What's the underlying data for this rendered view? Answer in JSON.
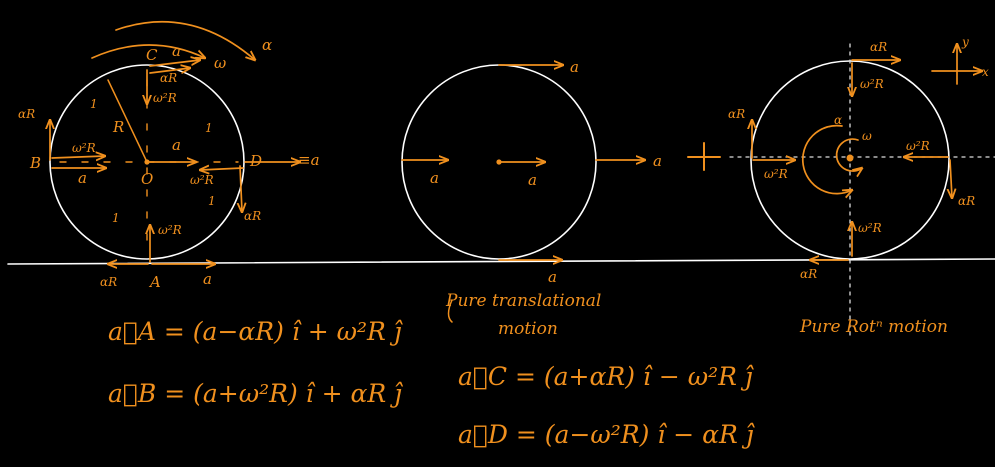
{
  "colors": {
    "background": "#000000",
    "ink": "#f0901e",
    "circle": "#ffffff",
    "guide": "#dddddd"
  },
  "left_circle": {
    "pts": {
      "A": "A",
      "B": "B",
      "C": "C",
      "D": "D",
      "O": "O"
    },
    "v_a": "a",
    "v_aR": "αR",
    "v_w2R": "ω²R",
    "v_R": "R",
    "v_w": "ω",
    "v_alpha": "α",
    "v_Ea": "≡a",
    "tick": "1"
  },
  "mid_circle": {
    "v_a": "a",
    "caption_line1": "Pure translational",
    "caption_line2": "motion",
    "plus": "+"
  },
  "right_circle": {
    "v_aR": "αR",
    "v_w2R": "ω²R",
    "v_w": "ω",
    "v_alpha": "α",
    "axis_y": "y",
    "axis_x": "x",
    "caption": "Pure Rotⁿ motion"
  },
  "equations": {
    "aA": "a⃗A = (a−αR) î + ω²R ĵ",
    "aB": "a⃗B = (a+ω²R) î + αR ĵ",
    "aC": "a⃗C = (a+αR) î − ω²R ĵ",
    "aD": "a⃗D = (a−ω²R) î − αR ĵ"
  }
}
